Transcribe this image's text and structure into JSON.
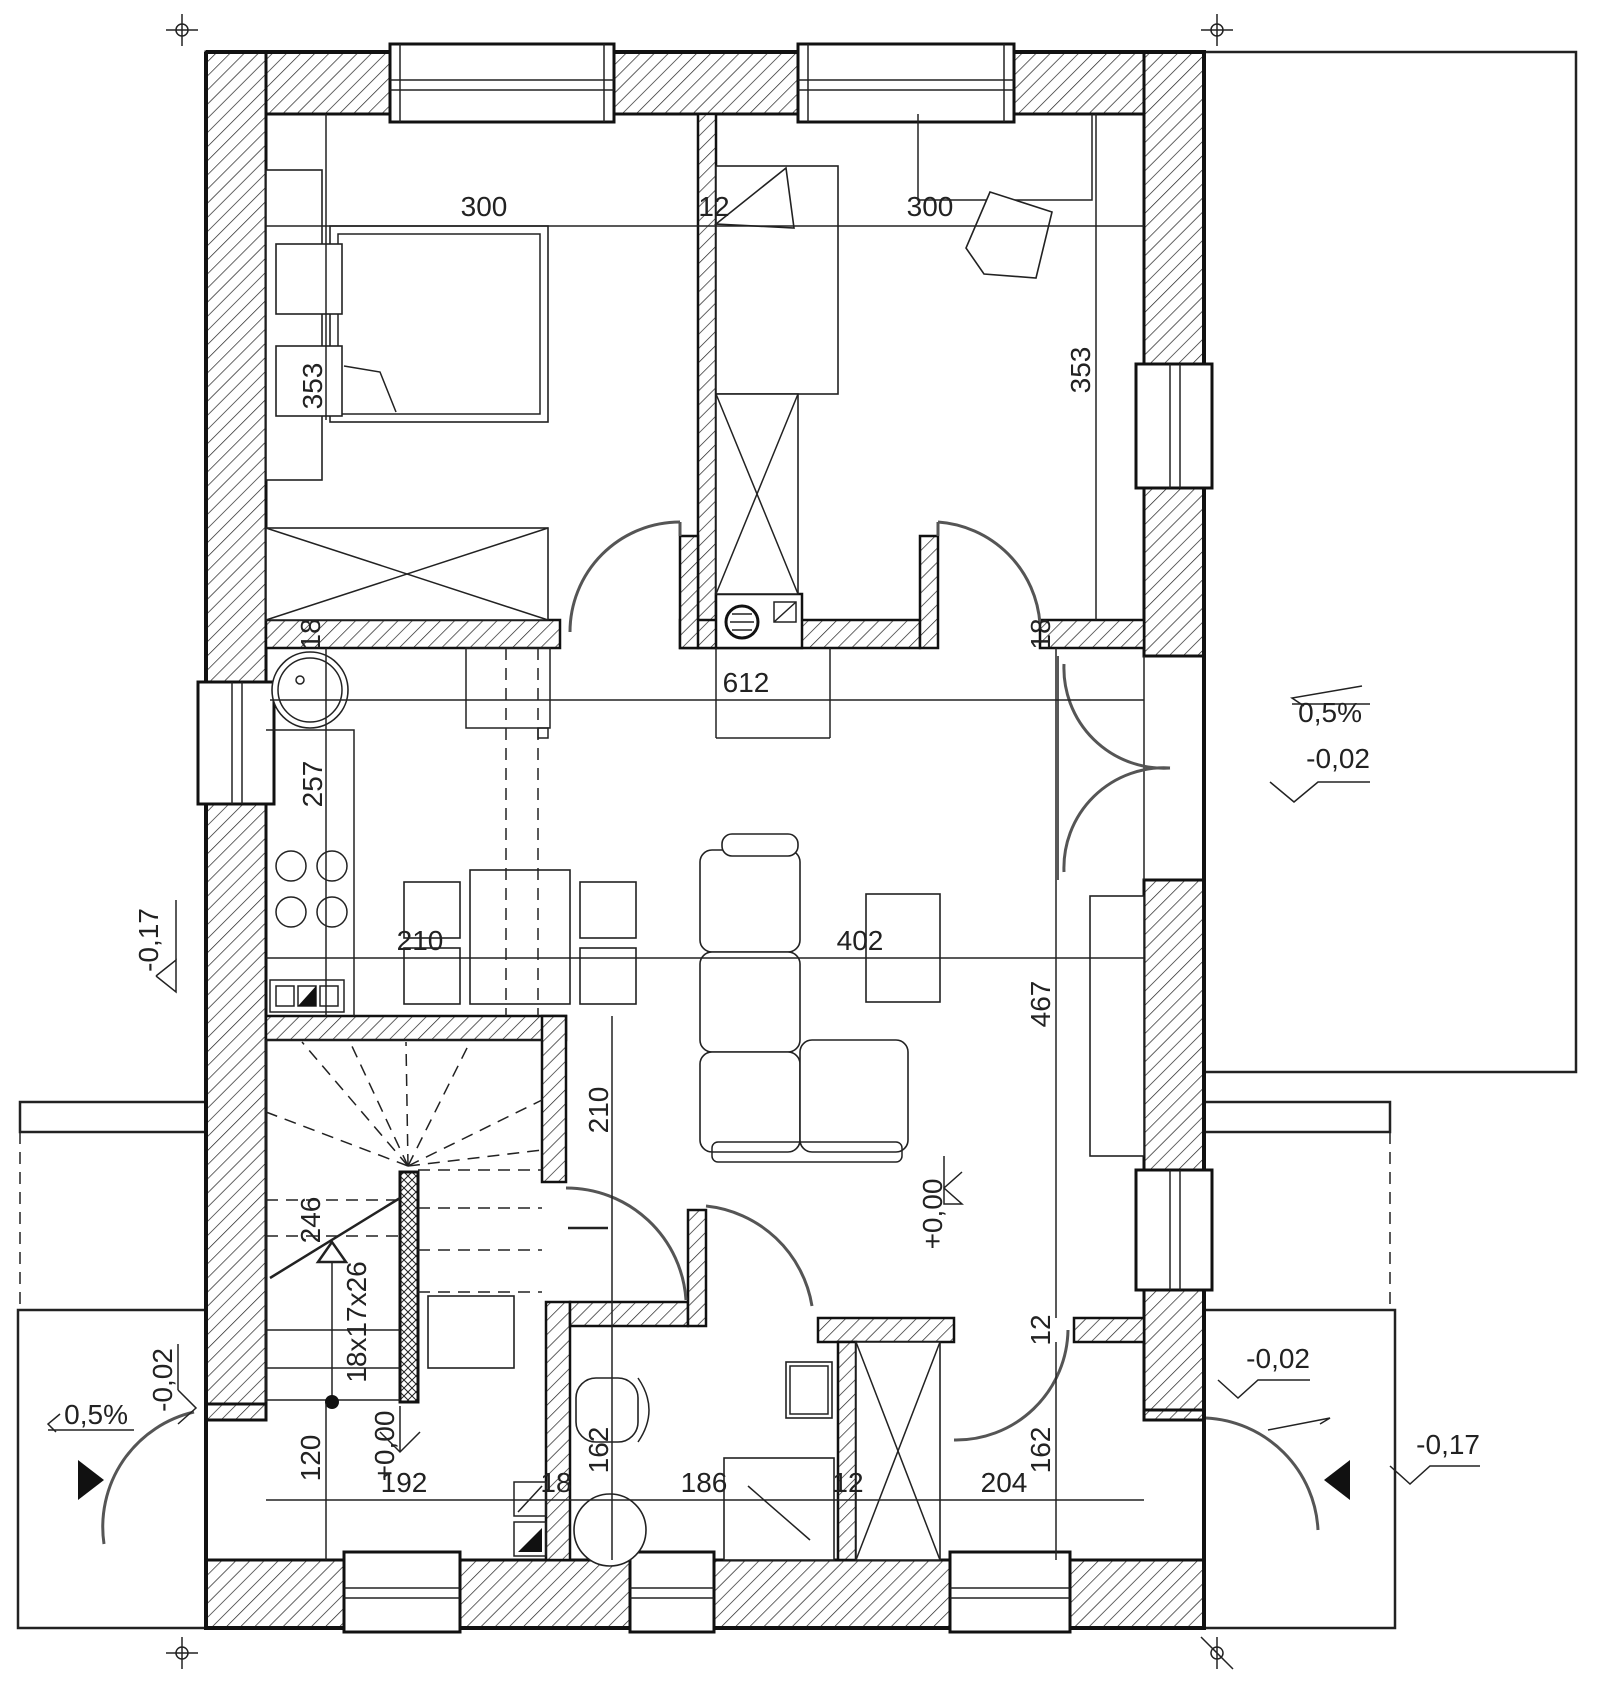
{
  "colors": {
    "line": "#222222",
    "wall_hatch": "#222222",
    "door_arc": "#555555",
    "background": "#ffffff"
  },
  "dimensions": {
    "bedroom_left_width": "300",
    "partition_upper": "12",
    "bedroom_right_width": "300",
    "bedroom_left_depth": "353",
    "bedroom_right_depth": "353",
    "wall_18_left": "18",
    "wall_18_right": "18",
    "hall_width": "612",
    "kitchen_depth": "257",
    "kitchen_width": "210",
    "living_width": "402",
    "living_depth": "467",
    "stair_width": "210",
    "stair_depth": "246",
    "stair_spec": "18x17x26",
    "entry_depth": "120",
    "entry_width": "192",
    "wall_18_bottom": "18",
    "bath_width": "186",
    "partition_bottom": "12",
    "room_bottom_right_width": "204",
    "bath_depth": "162",
    "room_bottom_right_depth": "162",
    "partition_right": "12"
  },
  "levels": {
    "living_floor": "+0,00",
    "entry_floor": "+0,00",
    "terrace_right": "-0,02",
    "terrace_right_slope": "0,5%",
    "outside_left": "-0,17",
    "porch_left": "-0,02",
    "porch_left_slope": "0,5%",
    "porch_right": "-0,02",
    "outside_right": "-0,17"
  },
  "icons": [
    "entrance-arrow-icon",
    "chimney-icon",
    "level-marker-icon",
    "section-axis-marker-icon"
  ]
}
